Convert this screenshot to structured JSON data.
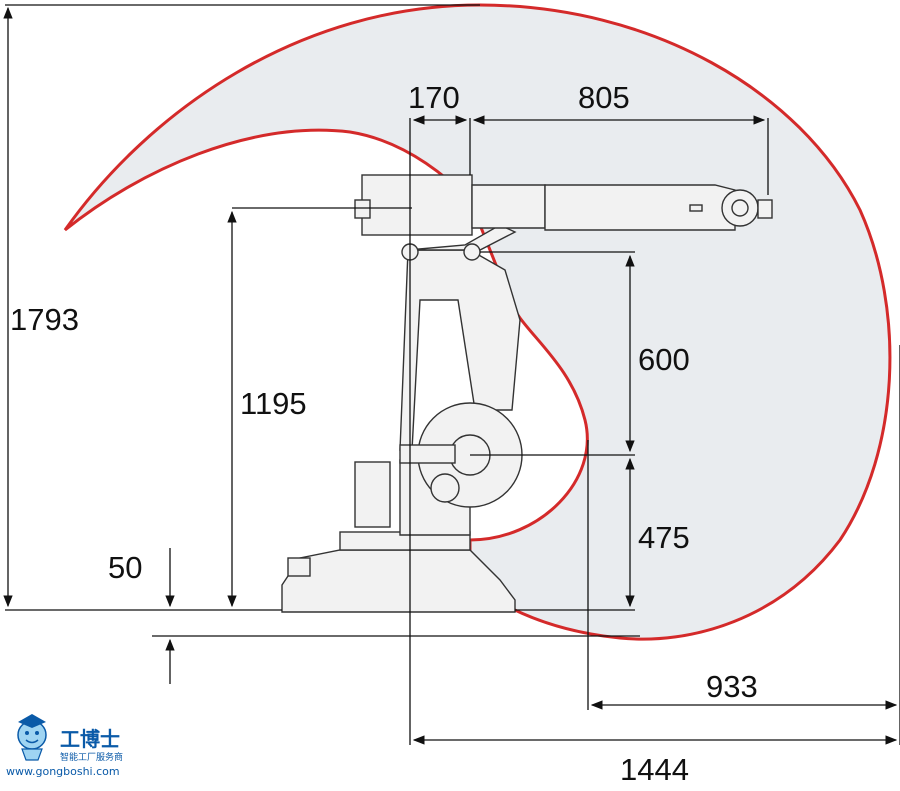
{
  "diagram": {
    "dimensions": {
      "reach_height": "1793",
      "arm_height": "1195",
      "base_offset": "50",
      "joint_offset": "170",
      "forearm_length": "805",
      "upper_arm_length": "600",
      "base_height": "475",
      "min_reach": "933",
      "max_reach": "1444"
    },
    "colors": {
      "envelope_stroke": "#d42a2a",
      "envelope_fill": "#e9ecef",
      "lines": "#111111",
      "robot_fill": "#f2f2f2"
    }
  },
  "watermark": {
    "brand": "工博士",
    "tagline": "智能工厂服务商",
    "url": "www.gongboshi.com"
  }
}
